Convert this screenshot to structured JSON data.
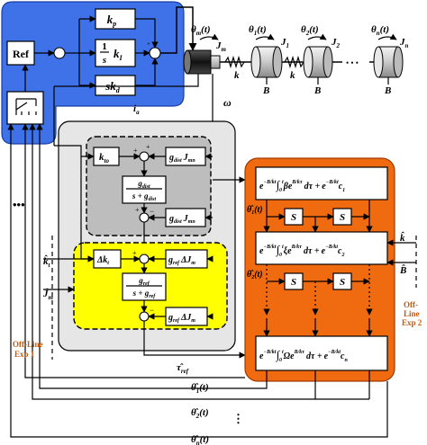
{
  "controller": {
    "ref": "Ref",
    "kp": "k",
    "kp_sub": "p",
    "ki_frac": "1",
    "ki_den": "s",
    "ki": "k",
    "ki_sub": "I",
    "kd": "sk",
    "kd_sub": "d",
    "ia": "i",
    "ia_sub": "a"
  },
  "plant": {
    "theta_m": "θ",
    "theta_m_sub": "m",
    "theta_arg": "(t)",
    "jm": "J",
    "jm_sub": "m",
    "k_spring": "k",
    "theta1": "θ",
    "theta1_sub": "1",
    "theta2": "θ",
    "theta2_sub": "2",
    "thetan": "θ",
    "thetan_sub": "n",
    "j1": "J",
    "j1_sub": "1",
    "j2": "J",
    "j2_sub": "2",
    "jn": "J",
    "jn_sub": "n",
    "b_label": "B",
    "dots": "• • •",
    "omega": "ω"
  },
  "observer": {
    "kto": "k",
    "kto_sub": "to",
    "g_dist": "g",
    "g_dist_sub": "dist",
    "j_mn": "J",
    "j_mn_sub": "mn",
    "lpf_num": "g",
    "lpf_num_sub": "dist",
    "lpf_den": "s + g",
    "lpf_den_sub": "dist",
    "plus": "+",
    "minus": "−"
  },
  "ref_estimator": {
    "delta_kt": "Δk",
    "delta_kt_sub": "t",
    "g_ref_dj": "g",
    "g_ref_dj_sub": "ref",
    "dj": "ΔJ",
    "dj_sub": "m",
    "lpf_num": "g",
    "lpf_num_sub": "ref",
    "lpf_den": "s + g",
    "lpf_den_sub": "ref",
    "tau_ref": "τ̂",
    "tau_ref_sub": "ref"
  },
  "orange_block": {
    "e": "e",
    "exp_neg": "−",
    "exp_B": "B",
    "exp_k": "k",
    "exp_t": "t",
    "row1_int": "∫",
    "row1_int_sub": "0",
    "row1_int_sup": "t",
    "row1_beta": "β",
    "row1_tail": "dτ +",
    "row1_c": "c",
    "row1_c_sub": "1",
    "row2_xi": "ξ",
    "row2_c_sub": "2",
    "row3_omega": "Ω",
    "row3_c_sub": "n",
    "S": "S",
    "theta1_hat": "θ̂",
    "theta1_hat_sub": "1",
    "theta2_hat": "θ̂",
    "theta2_hat_sub": "2",
    "theta_arg": "(t)",
    "vdots": "⋮"
  },
  "outputs": {
    "th1": "θ̂",
    "th1_sub": "1",
    "th2": "θ̂",
    "th2_sub": "2",
    "thn": "θ̂",
    "thn_sub": "n",
    "arg": "(t)",
    "dots": "⋮"
  },
  "offline": {
    "k_hat": "k̂",
    "k_hat_sub": "t",
    "j_hat": "Ĵ",
    "j_hat_sub": "m",
    "left_line1": "Off-Line",
    "left_line2": "Exp 1",
    "right_k": "k̂",
    "right_b": "B̂",
    "right_line1": "Off-",
    "right_line2": "Line",
    "right_line3": "Exp 2",
    "left_dots": "•••"
  },
  "colors": {
    "blue": "#3f72e8",
    "orange": "#f06a10",
    "gray_outer": "#e6e6e6",
    "gray_inner": "#bdbdbd",
    "yellow": "#ffff00",
    "offline_text": "#c25b10"
  }
}
